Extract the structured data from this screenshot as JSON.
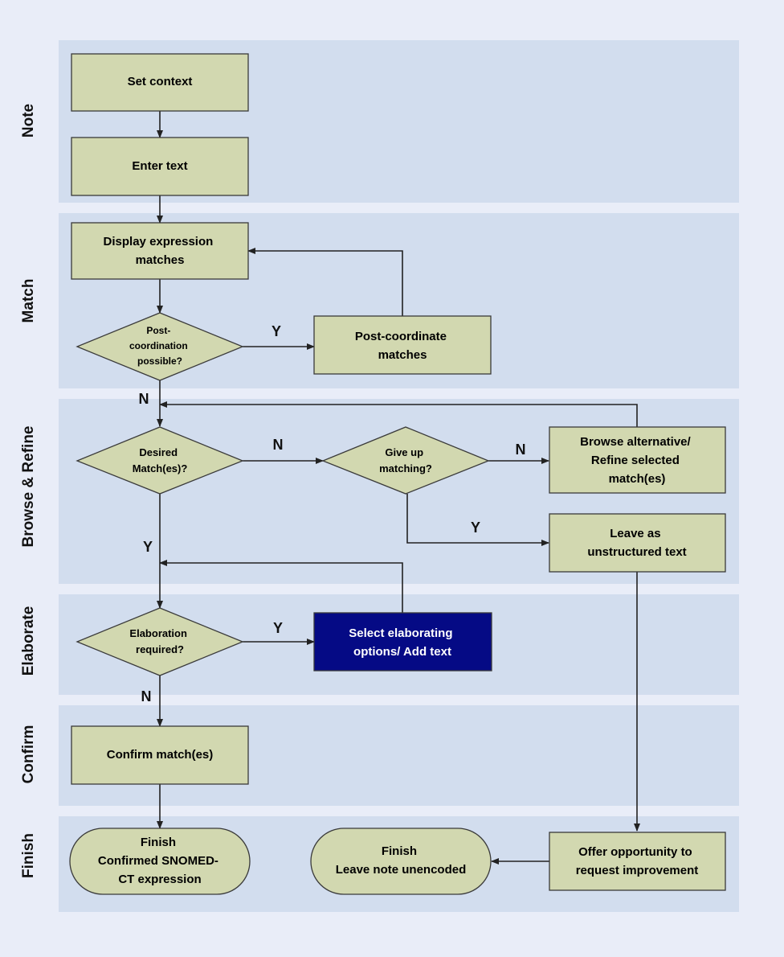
{
  "lanes": [
    {
      "id": "note",
      "label": "Note"
    },
    {
      "id": "match",
      "label": "Match"
    },
    {
      "id": "browse",
      "label": "Browse & Refine"
    },
    {
      "id": "elaborate",
      "label": "Elaborate"
    },
    {
      "id": "confirm",
      "label": "Confirm"
    },
    {
      "id": "finish",
      "label": "Finish"
    }
  ],
  "nodes": {
    "set_context": {
      "lines": [
        "Set context"
      ]
    },
    "enter_text": {
      "lines": [
        "Enter text"
      ]
    },
    "display_matches": {
      "lines": [
        "Display expression",
        "matches"
      ]
    },
    "postcoord_possible": {
      "lines": [
        "Post-",
        "coordination",
        "possible?"
      ]
    },
    "postcoord_matches": {
      "lines": [
        "Post-coordinate",
        "matches"
      ]
    },
    "desired_match": {
      "lines": [
        "Desired",
        "Match(es)?"
      ]
    },
    "give_up": {
      "lines": [
        "Give up",
        "matching?"
      ]
    },
    "browse_alt": {
      "lines": [
        "Browse alternative/",
        "Refine selected",
        "match(es)"
      ]
    },
    "leave_unstructured": {
      "lines": [
        "Leave as",
        "unstructured text"
      ]
    },
    "elaboration_required": {
      "lines": [
        "Elaboration",
        "required?"
      ]
    },
    "select_elaborating": {
      "lines": [
        "Select elaborating",
        "options/ Add text"
      ]
    },
    "confirm_matches": {
      "lines": [
        "Confirm match(es)"
      ]
    },
    "finish_confirmed": {
      "lines": [
        "Finish",
        "Confirmed SNOMED-",
        "CT expression"
      ]
    },
    "finish_unencoded": {
      "lines": [
        "Finish",
        "Leave note unencoded"
      ]
    },
    "offer_opportunity": {
      "lines": [
        "Offer opportunity to",
        "request improvement"
      ]
    }
  },
  "edge_labels": {
    "postcoord_yes": "Y",
    "postcoord_no": "N",
    "desired_no": "N",
    "giveup_no": "N",
    "giveup_yes": "Y",
    "desired_yes": "Y",
    "elab_yes": "Y",
    "elab_no": "N"
  },
  "colors": {
    "background": "#e9edf8",
    "lane": "#d2ddee",
    "node_fill": "#d2d8b0",
    "node_stroke": "#3a3a3a",
    "highlight_fill": "#050a85",
    "highlight_text": "#ffffff",
    "arrow": "#222222"
  }
}
